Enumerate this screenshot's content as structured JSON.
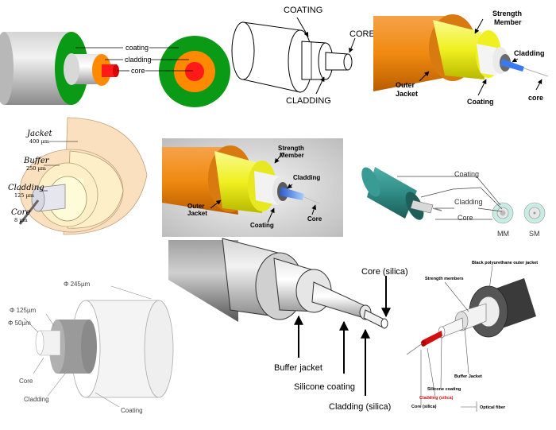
{
  "panels": {
    "p1": {
      "coating": "coating",
      "cladding": "cladding",
      "core": "core",
      "colors": {
        "coating": "#0a9a16",
        "cladding": "#ff8a00",
        "core": "#ff1a1a",
        "jacket": "#9a9a9a"
      }
    },
    "p2": {
      "coating": "COATING",
      "core": "CORE",
      "cladding": "CLADDING"
    },
    "p3": {
      "strength": "Strength\nMember",
      "cladding": "Cladding",
      "outer_jacket": "Outer\nJacket",
      "coating": "Coating",
      "core": "core",
      "colors": {
        "jacket": "#f08a10",
        "strength": "#f0f020",
        "core": "#3a7af0"
      }
    },
    "p4": {
      "jacket": "Jacket",
      "jacket_dim": "400 µm",
      "buffer": "Buffer",
      "buffer_dim": "250 µm",
      "cladding": "Cladding",
      "cladding_dim": "125 µm",
      "core": "Core",
      "core_dim": "8 µm",
      "colors": {
        "jacket": "#fbe0c0",
        "buffer": "#fdf0c8",
        "cladding": "#fdfbd8",
        "core": "#e2e2ea"
      }
    },
    "p5": {
      "strength": "Strength\nMember",
      "cladding": "Cladding",
      "outer_jacket": "Outer\nJacket",
      "coating": "Coating",
      "core": "Core"
    },
    "p6": {
      "coating": "Coating",
      "cladding": "Cladding",
      "core": "Core",
      "mm": "MM",
      "sm": "SM",
      "colors": {
        "coating": "#2f8c86",
        "ring": "#c8ebe4"
      }
    },
    "p7": {
      "d245": "Φ 245µm",
      "d125": "Φ 125µm",
      "d50": "Φ 50µm",
      "core": "Core",
      "cladding": "Cladding",
      "coating": "Coating"
    },
    "p8": {
      "core": "Core (silica)",
      "buffer": "Buffer jacket",
      "silicone": "Silicone coating",
      "cladding": "Cladding (silica)"
    },
    "p9": {
      "outer": "Black polyurethane outer jacket",
      "strength": "Strength members",
      "buffer": "Buffer Jacket",
      "silicone": "Silicone coating",
      "cladding": "Cladding (silica)",
      "core": "Core (silica)",
      "optical": "Optical fiber",
      "colors": {
        "core": "#d01010"
      }
    }
  }
}
